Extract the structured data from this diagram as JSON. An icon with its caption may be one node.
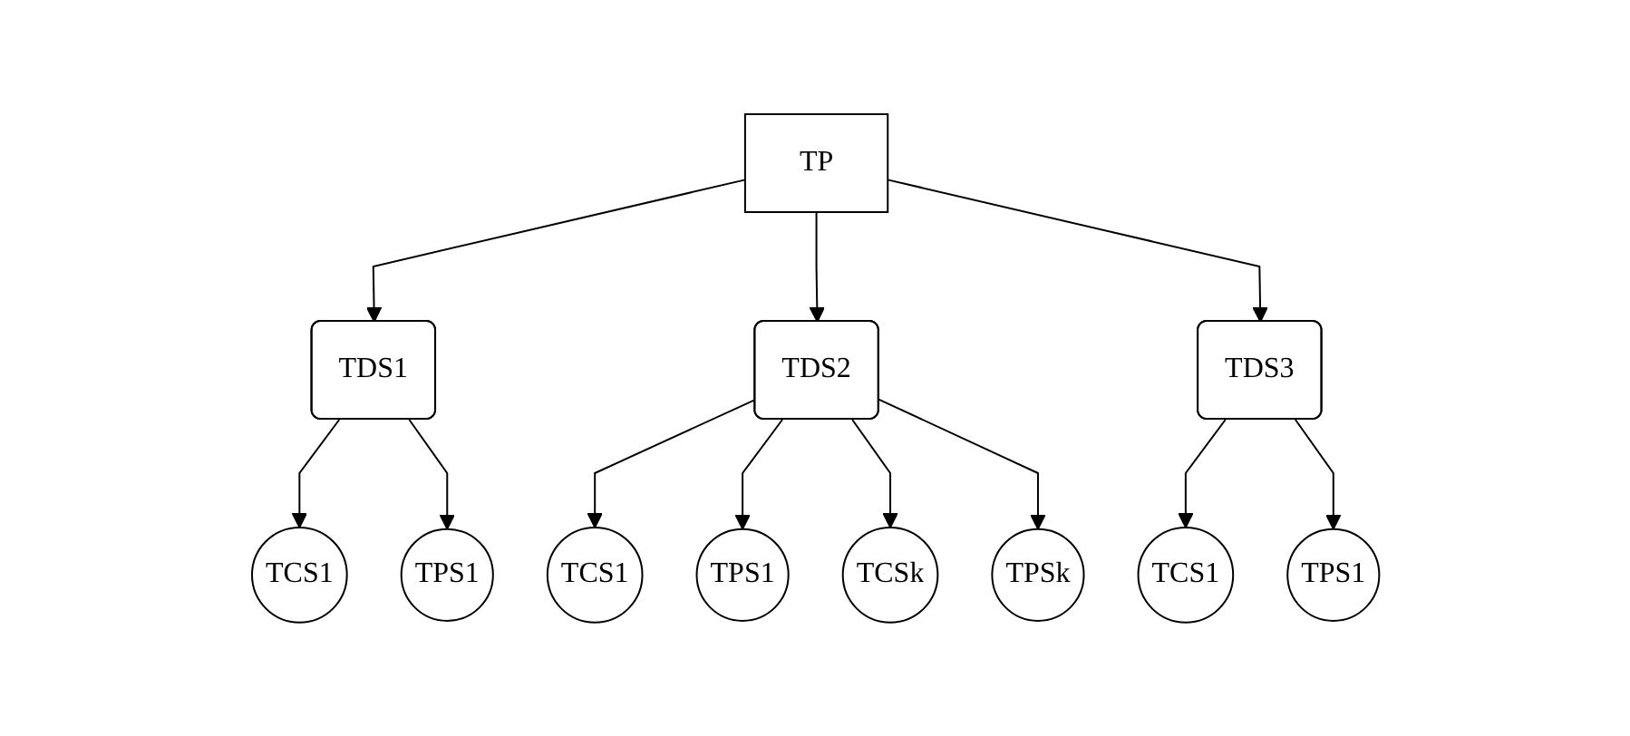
{
  "diagram": {
    "nodes": [
      {
        "text": [
          "TP"
        ]
      },
      {
        "text": [
          "TDS1"
        ]
      },
      {
        "text": [
          "TDS2"
        ]
      },
      {
        "text": [
          "TDS3"
        ]
      },
      {
        "text": [
          "TCS1"
        ]
      },
      {
        "text": [
          "TPS1"
        ]
      },
      {
        "text": [
          "TCS1"
        ]
      },
      {
        "text": [
          "TPS1"
        ]
      },
      {
        "text": [
          "TCSk"
        ]
      },
      {
        "text": [
          "TPSk"
        ]
      },
      {
        "text": [
          "TCS1"
        ]
      },
      {
        "text": [
          "TPS1"
        ]
      }
    ],
    "edges": [
      {
        "from": 0,
        "to": 1,
        "arrow": "to"
      },
      {
        "from": 0,
        "to": 2,
        "arrow": "to"
      },
      {
        "from": 0,
        "to": 3,
        "arrow": "to"
      },
      {
        "from": 1,
        "to": 4,
        "arrow": "to"
      },
      {
        "from": 1,
        "to": 5,
        "arrow": "to"
      },
      {
        "from": 2,
        "to": 6,
        "arrow": "to"
      },
      {
        "from": 2,
        "to": 7,
        "arrow": "to"
      },
      {
        "from": 2,
        "to": 8,
        "arrow": "to"
      },
      {
        "from": 2,
        "to": 9,
        "arrow": "to"
      },
      {
        "from": 3,
        "to": 10,
        "arrow": "to"
      },
      {
        "from": 3,
        "to": 11,
        "arrow": "to"
      }
    ]
  }
}
